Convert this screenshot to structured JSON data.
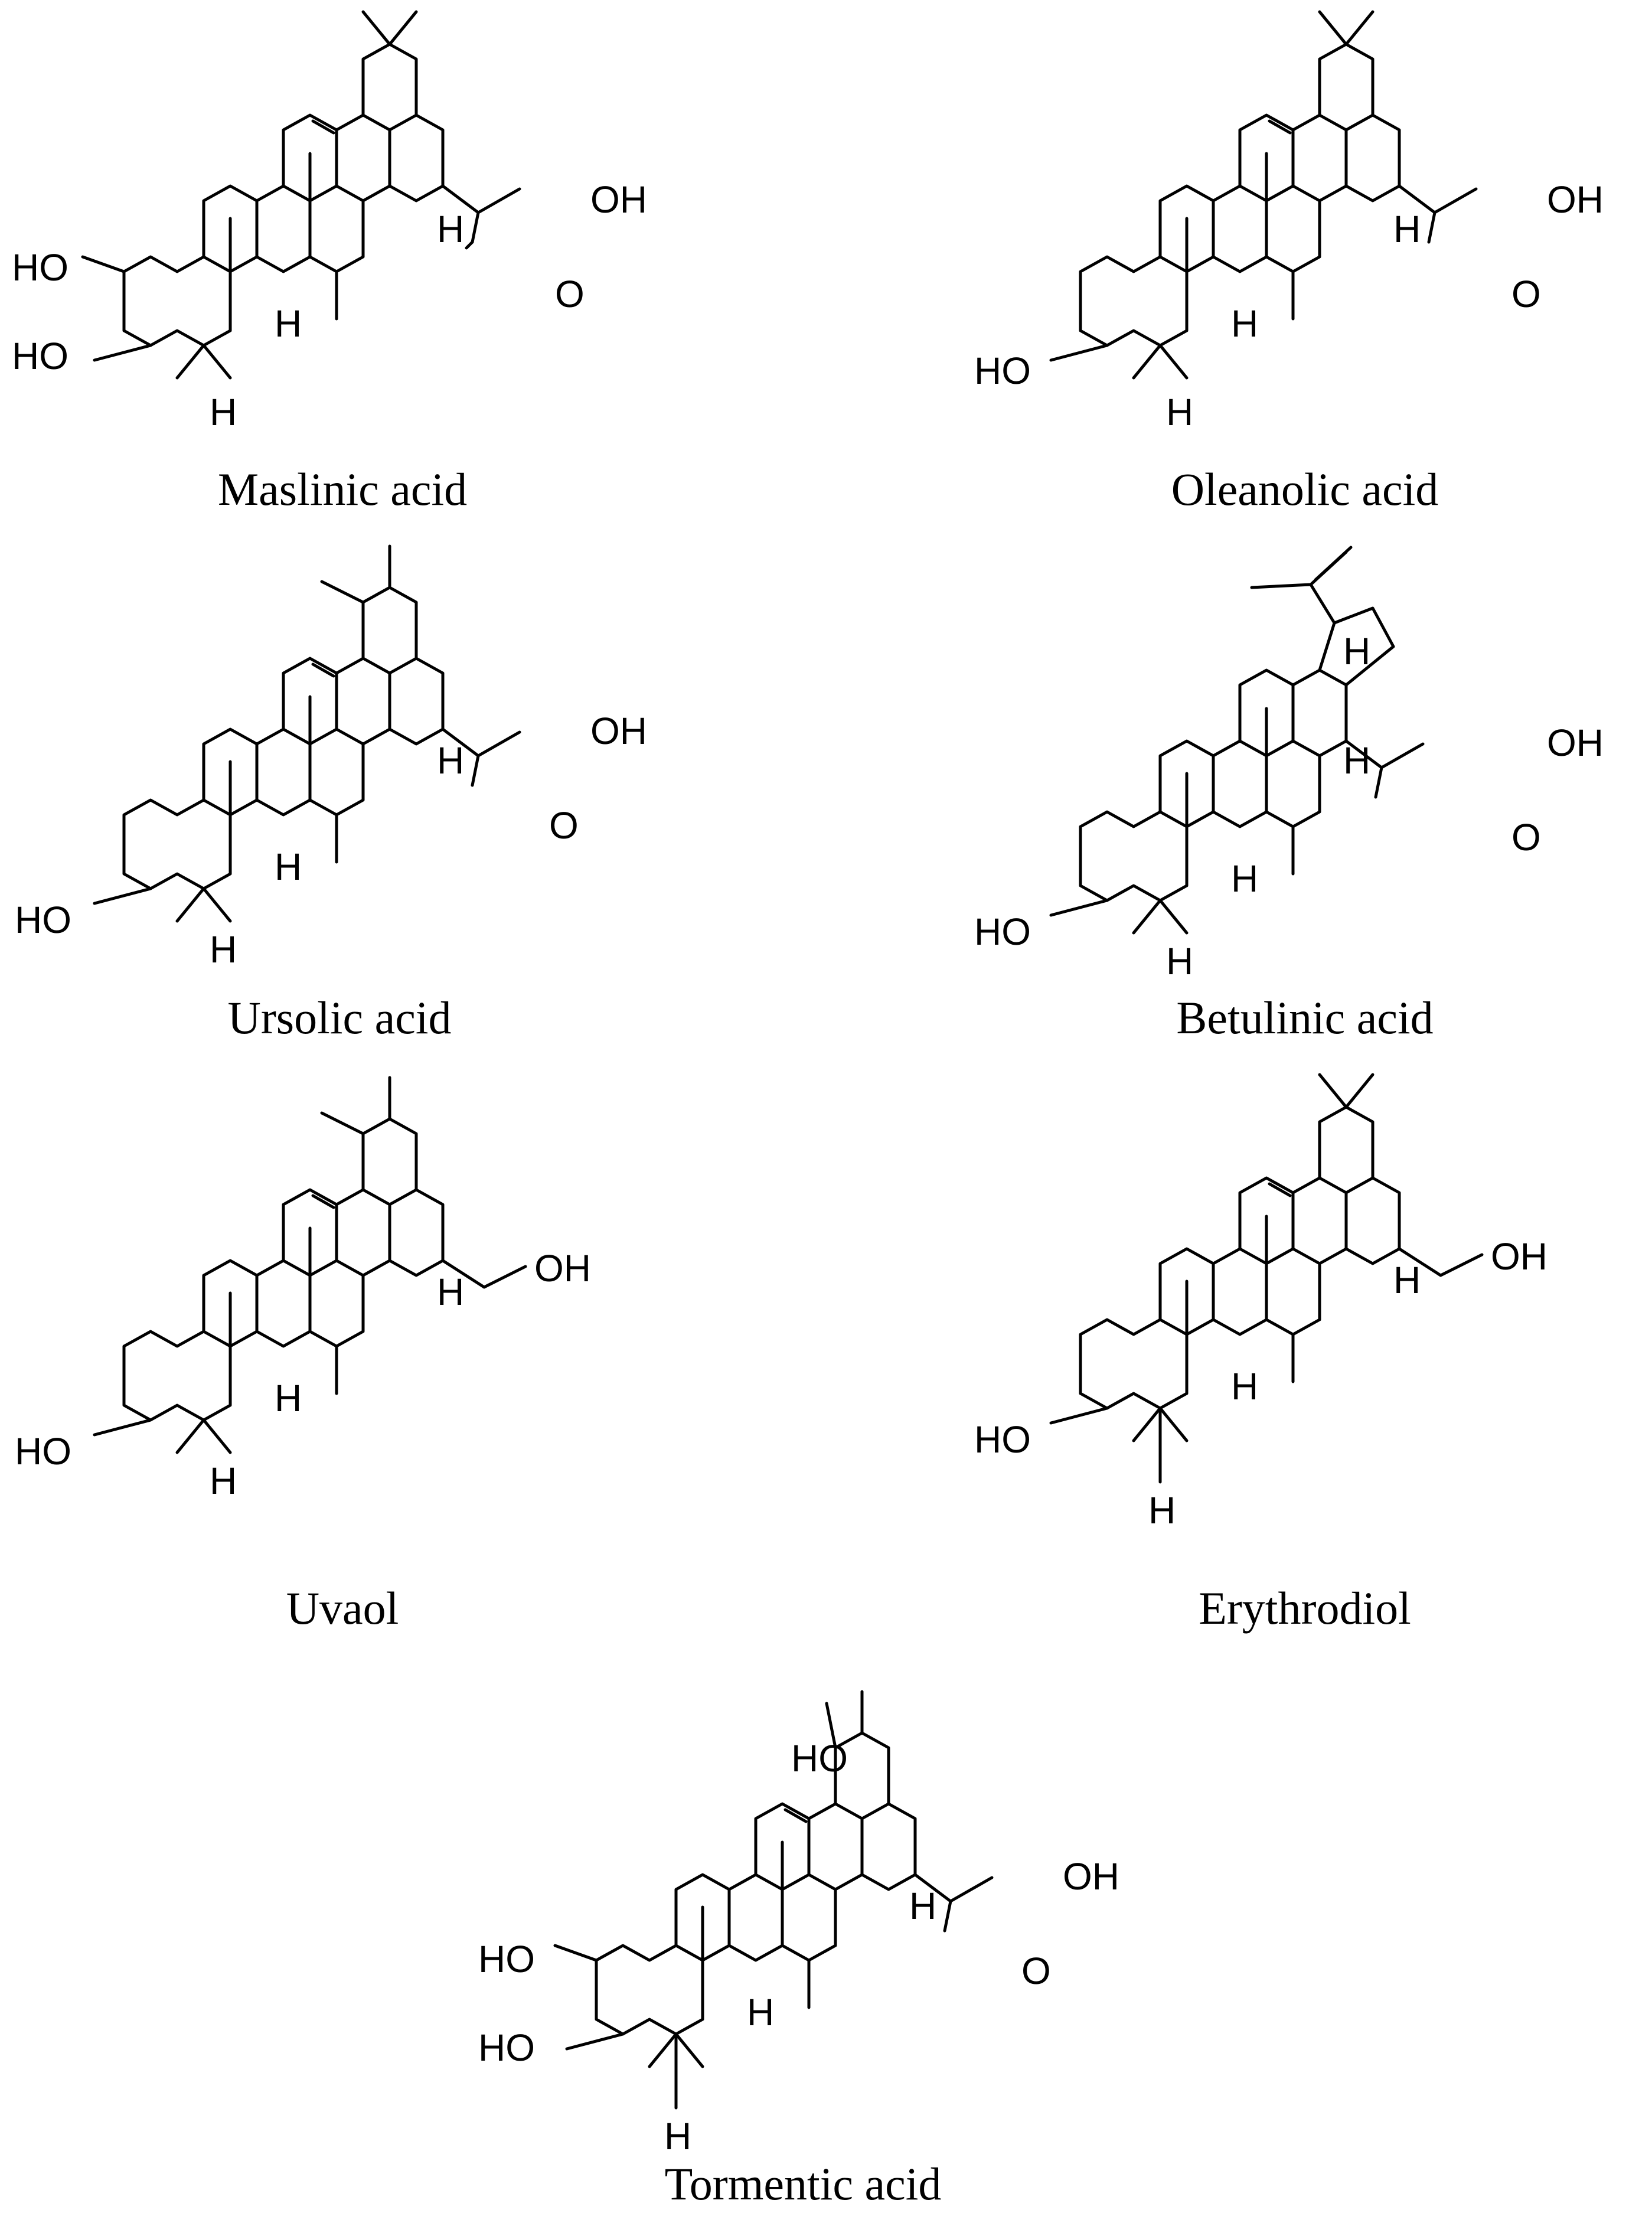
{
  "compounds": [
    {
      "name": "Maslinic acid",
      "skeleton": "oleanane",
      "groups": {
        "left_top": "HO",
        "left_bottom": "HO",
        "acid_oh": "OH",
        "acid_o": "O",
        "bottom_h": "H",
        "mid_h": "H",
        "top_h": "H"
      }
    },
    {
      "name": "Oleanolic acid",
      "skeleton": "oleanane",
      "groups": {
        "left_bottom": "HO",
        "acid_oh": "OH",
        "acid_o": "O",
        "bottom_h": "H",
        "mid_h": "H",
        "top_h": "H"
      }
    },
    {
      "name": "Ursolic acid",
      "skeleton": "ursane",
      "groups": {
        "left_bottom": "HO",
        "acid_oh": "OH",
        "acid_o": "O",
        "bottom_h": "H",
        "mid_h": "H",
        "top_h": "H"
      }
    },
    {
      "name": "Betulinic acid",
      "skeleton": "lupane",
      "groups": {
        "left_bottom": "HO",
        "acid_oh": "OH",
        "acid_o": "O",
        "bottom_h": "H",
        "mid_h": "H",
        "top_h": "H",
        "upper_h": "H"
      }
    },
    {
      "name": "Uvaol",
      "skeleton": "ursane",
      "groups": {
        "left_bottom": "HO",
        "alcohol_oh": "OH",
        "bottom_h": "H",
        "mid_h": "H",
        "top_h": "H"
      }
    },
    {
      "name": "Erythrodiol",
      "skeleton": "oleanane",
      "groups": {
        "left_bottom": "HO",
        "alcohol_oh": "OH",
        "bottom_h": "H",
        "mid_h": "H",
        "top_h": "H"
      }
    },
    {
      "name": "Tormentic acid",
      "skeleton": "ursane",
      "groups": {
        "left_top": "HO",
        "left_bottom": "HO",
        "ring_e_oh": "HO",
        "acid_oh": "OH",
        "acid_o": "O",
        "bottom_h": "H",
        "mid_h": "H",
        "top_h": "H"
      }
    }
  ]
}
